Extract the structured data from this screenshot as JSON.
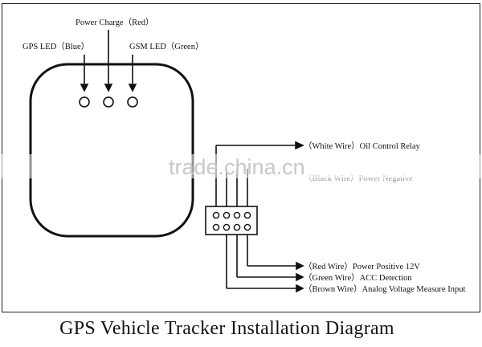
{
  "title": "GPS Vehicle Tracker Installation Diagram",
  "watermark": "trade.china.cn",
  "leds": {
    "power": "Power Charge（Red）",
    "gps": "GPS LED（Blue）",
    "gsm": "GSM LED（Green）"
  },
  "wires": {
    "white": "（White Wire）Oil Control Relay",
    "black": "（Black Wire）Power Negative",
    "red": "（Red Wire）Power Positive 12V",
    "green": "（Green Wire）ACC Detection",
    "brown": "（Brown Wire）Analog Voltage Measure Input"
  }
}
